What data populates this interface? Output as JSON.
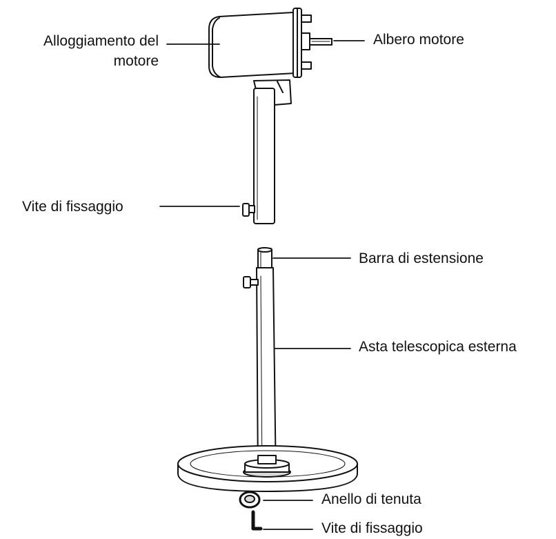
{
  "labels": {
    "motor_housing_line1": "Alloggiamento del",
    "motor_housing_line2": "motore",
    "motor_shaft": "Albero motore",
    "fixing_screw_top": "Vite di fissaggio",
    "extension_bar": "Barra di estensione",
    "outer_telescopic_rod": "Asta telescopica esterna",
    "sealing_ring": "Anello di tenuta",
    "fixing_screw_bottom": "Vite di fissaggio"
  },
  "colors": {
    "ink": "#111111",
    "paper": "#ffffff",
    "shade": "#d9d9d9"
  }
}
